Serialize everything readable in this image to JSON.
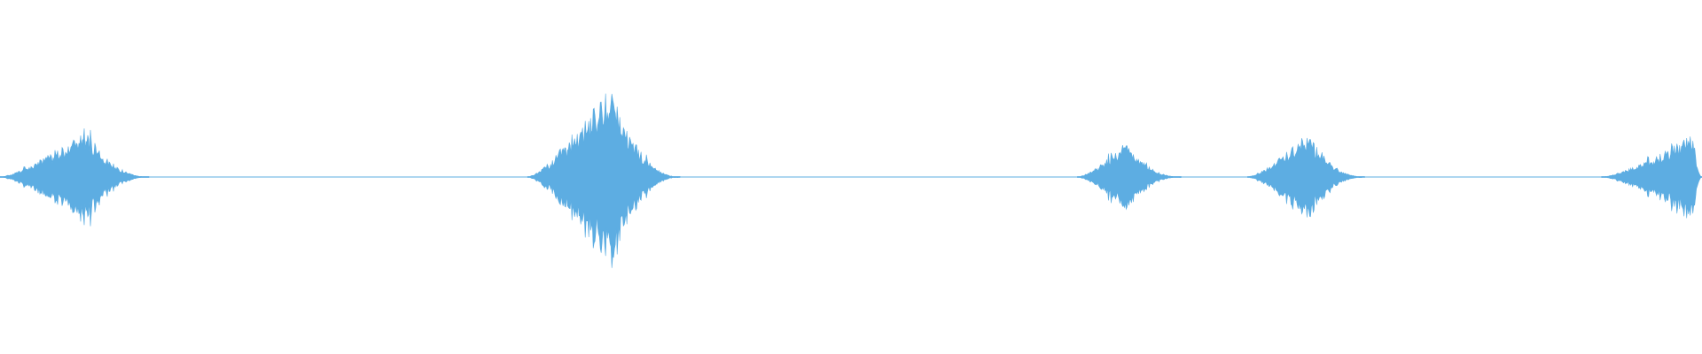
{
  "waveform": {
    "color": "#5dade2",
    "background": "#ffffff",
    "duration_fraction_start": 0.0,
    "duration_fraction_end": 1.0,
    "bursts": [
      {
        "start": 0.0,
        "peak": 0.05,
        "end": 0.088,
        "amplitude": 0.28
      },
      {
        "start": 0.31,
        "peak": 0.358,
        "end": 0.4,
        "amplitude": 0.52
      },
      {
        "start": 0.633,
        "peak": 0.661,
        "end": 0.694,
        "amplitude": 0.2
      },
      {
        "start": 0.733,
        "peak": 0.768,
        "end": 0.802,
        "amplitude": 0.26
      },
      {
        "start": 0.941,
        "peak": 0.995,
        "end": 1.0,
        "amplitude": 0.25
      }
    ]
  }
}
